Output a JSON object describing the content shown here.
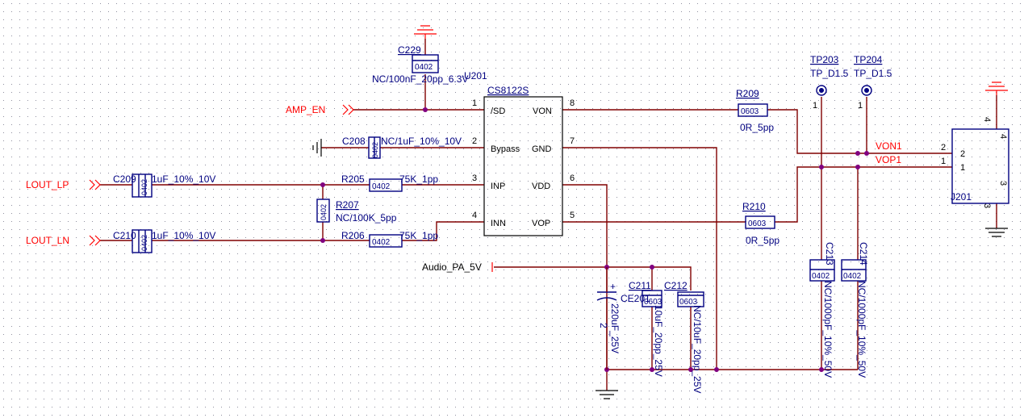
{
  "ic": {
    "ref": "U201",
    "part": "CS8122S",
    "pins_left": [
      {
        "num": "1",
        "name": "/SD"
      },
      {
        "num": "2",
        "name": "Bypass"
      },
      {
        "num": "3",
        "name": "INP"
      },
      {
        "num": "4",
        "name": "INN"
      }
    ],
    "pins_right": [
      {
        "num": "8",
        "name": "VON"
      },
      {
        "num": "7",
        "name": "GND"
      },
      {
        "num": "6",
        "name": "VDD"
      },
      {
        "num": "5",
        "name": "VOP"
      }
    ]
  },
  "nets": {
    "amp_en": "AMP_EN",
    "lout_lp": "LOUT_LP",
    "lout_ln": "LOUT_LN",
    "audio_pa": "Audio_PA_5V",
    "von1": "VON1",
    "vop1": "VOP1"
  },
  "components": {
    "c229": {
      "ref": "C229",
      "pkg": "0402",
      "value": "NC/100nF_20pp_6.3V"
    },
    "c208": {
      "ref": "C208",
      "pkg": "0402",
      "value": "NC/1uF_10%_10V"
    },
    "c209": {
      "ref": "C209",
      "pkg": "0402",
      "value": "1uF_10%_10V"
    },
    "c210": {
      "ref": "C210",
      "pkg": "0402",
      "value": "1uF_10%_10V"
    },
    "r205": {
      "ref": "R205",
      "pkg": "0402",
      "value": "75K_1pp"
    },
    "r206": {
      "ref": "R206",
      "pkg": "0402",
      "value": "75K_1pp"
    },
    "r207": {
      "ref": "R207",
      "pkg": "0402",
      "value": "NC/100K_5pp"
    },
    "r209": {
      "ref": "R209",
      "pkg": "0603",
      "value": "0R_5pp"
    },
    "r210": {
      "ref": "R210",
      "pkg": "0603",
      "value": "0R_5pp"
    },
    "ce201": {
      "ref": "CE201",
      "value": "220uF_25V",
      "pin": "2",
      "plus": "+"
    },
    "c211": {
      "ref": "C211",
      "pkg": "0603",
      "value": "10uF_20pp_25V"
    },
    "c212": {
      "ref": "C212",
      "pkg": "0603",
      "value": "NC/10uF_20pp_25V"
    },
    "c213": {
      "ref": "C213",
      "pkg": "0402",
      "value": "NC/1000pF_10%_50V"
    },
    "c214": {
      "ref": "C214",
      "pkg": "0402",
      "value": "NC/1000pF_10%_50V"
    },
    "tp203": {
      "ref": "TP203",
      "value": "TP_D1.5",
      "pin": "1"
    },
    "tp204": {
      "ref": "TP204",
      "value": "TP_D1.5",
      "pin": "1"
    },
    "j201": {
      "ref": "J201",
      "pins": [
        "1",
        "2",
        "3",
        "4"
      ]
    }
  }
}
